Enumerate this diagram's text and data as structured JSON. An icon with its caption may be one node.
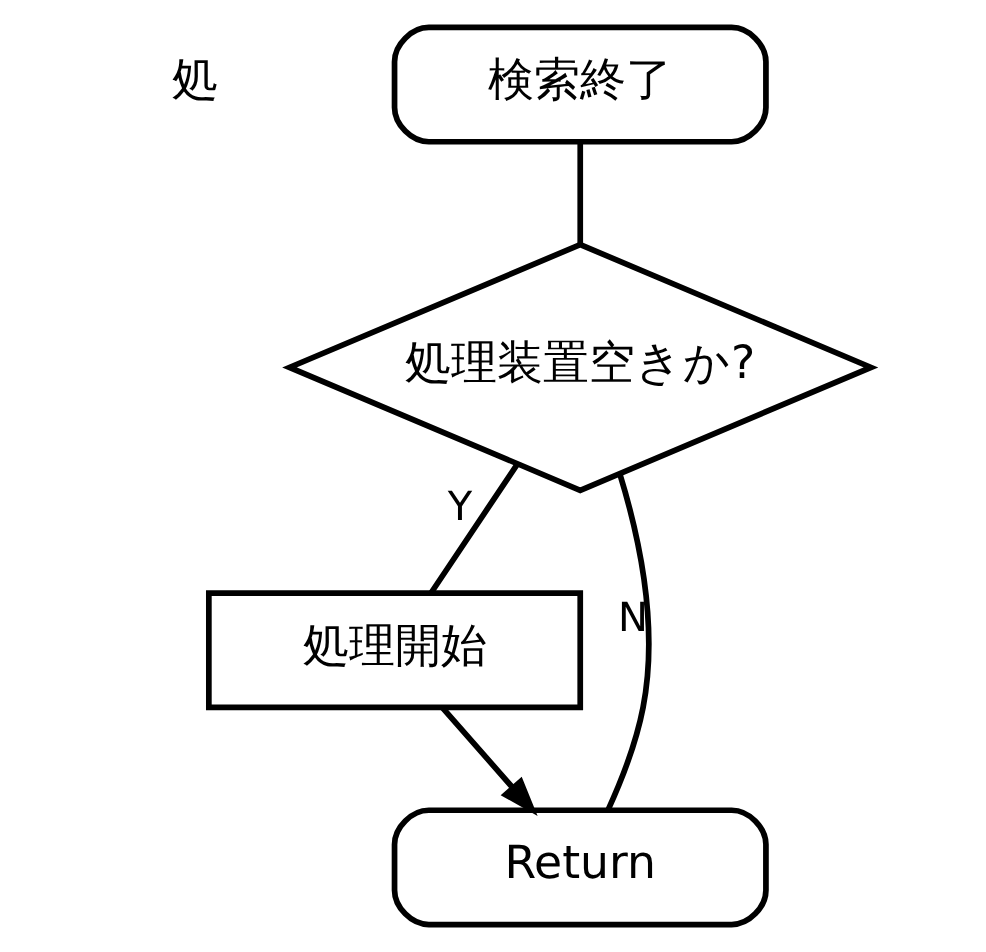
{
  "diagram": {
    "nodes": [
      {
        "text": [
          "検索終了"
        ]
      },
      {
        "text": [
          "処理装置空きか?"
        ]
      },
      {
        "text": [
          "処理開始"
        ]
      },
      {
        "text": [
          "Return"
        ]
      }
    ],
    "edges": [
      {
        "from": 0,
        "to": 1,
        "arrow": "none"
      },
      {
        "from": 1,
        "to": 2,
        "arrow": "none",
        "label": "Y"
      },
      {
        "from": 1,
        "to": 3,
        "arrow": "none",
        "label": "N"
      },
      {
        "from": 2,
        "to": 3,
        "arrow": "to"
      }
    ],
    "labels": [
      "処"
    ]
  }
}
